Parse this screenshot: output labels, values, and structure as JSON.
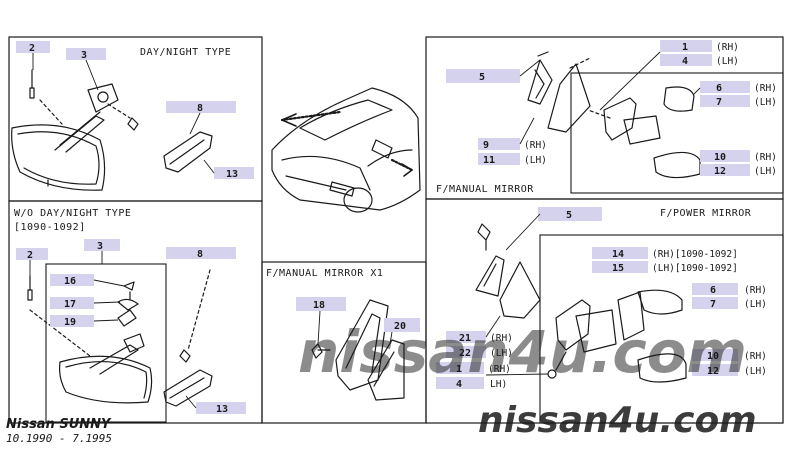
{
  "colors": {
    "tag_fill": "#d4d2ec",
    "line": "#1a1a1a",
    "watermark": "#c9c9c9"
  },
  "panels": {
    "day_night": {
      "title": "DAY/NIGHT TYPE",
      "labels": {
        "p2": "2",
        "p3": "3",
        "p8": "8",
        "p13": "13"
      }
    },
    "wo_day_night": {
      "title": "W/O DAY/NIGHT TYPE",
      "range": "[1090-1092]",
      "labels": {
        "p2": "2",
        "p3": "3",
        "p8": "8",
        "p13": "13",
        "p16": "16",
        "p17": "17",
        "p19": "19"
      }
    },
    "manual_mirror_top": {
      "title": "F/MANUAL MIRROR",
      "labels": {
        "p1": "1",
        "p4": "4",
        "p5": "5",
        "p6": "6",
        "p7": "7",
        "p9": "9",
        "p10": "10",
        "p11": "11",
        "p12": "12"
      },
      "rh": "(RH)",
      "lh": "(LH)"
    },
    "manual_mirror_x1": {
      "title": "F/MANUAL MIRROR X1",
      "labels": {
        "p18": "18",
        "p20": "20"
      }
    },
    "power_mirror": {
      "title": "F/POWER MIRROR",
      "labels": {
        "p1": "1",
        "p4": "4",
        "p5": "5",
        "p6": "6",
        "p7": "7",
        "p10": "10",
        "p12": "12",
        "p14": "14",
        "p15": "15",
        "p21": "21",
        "p22": "22"
      },
      "rh": "(RH)",
      "lh": "(LH)",
      "rh_range": "(RH)[1090-1092]",
      "lh_range": "(LH)[1090-1092]",
      "rh_plain": "(RH)",
      "lh_plain": "LH)"
    }
  },
  "footer": {
    "model": "Nissan SUNNY",
    "dates": "10.1990 - 7.1995"
  },
  "watermark": {
    "center": "nissan4u.com",
    "corner": "nissan4u.com"
  }
}
